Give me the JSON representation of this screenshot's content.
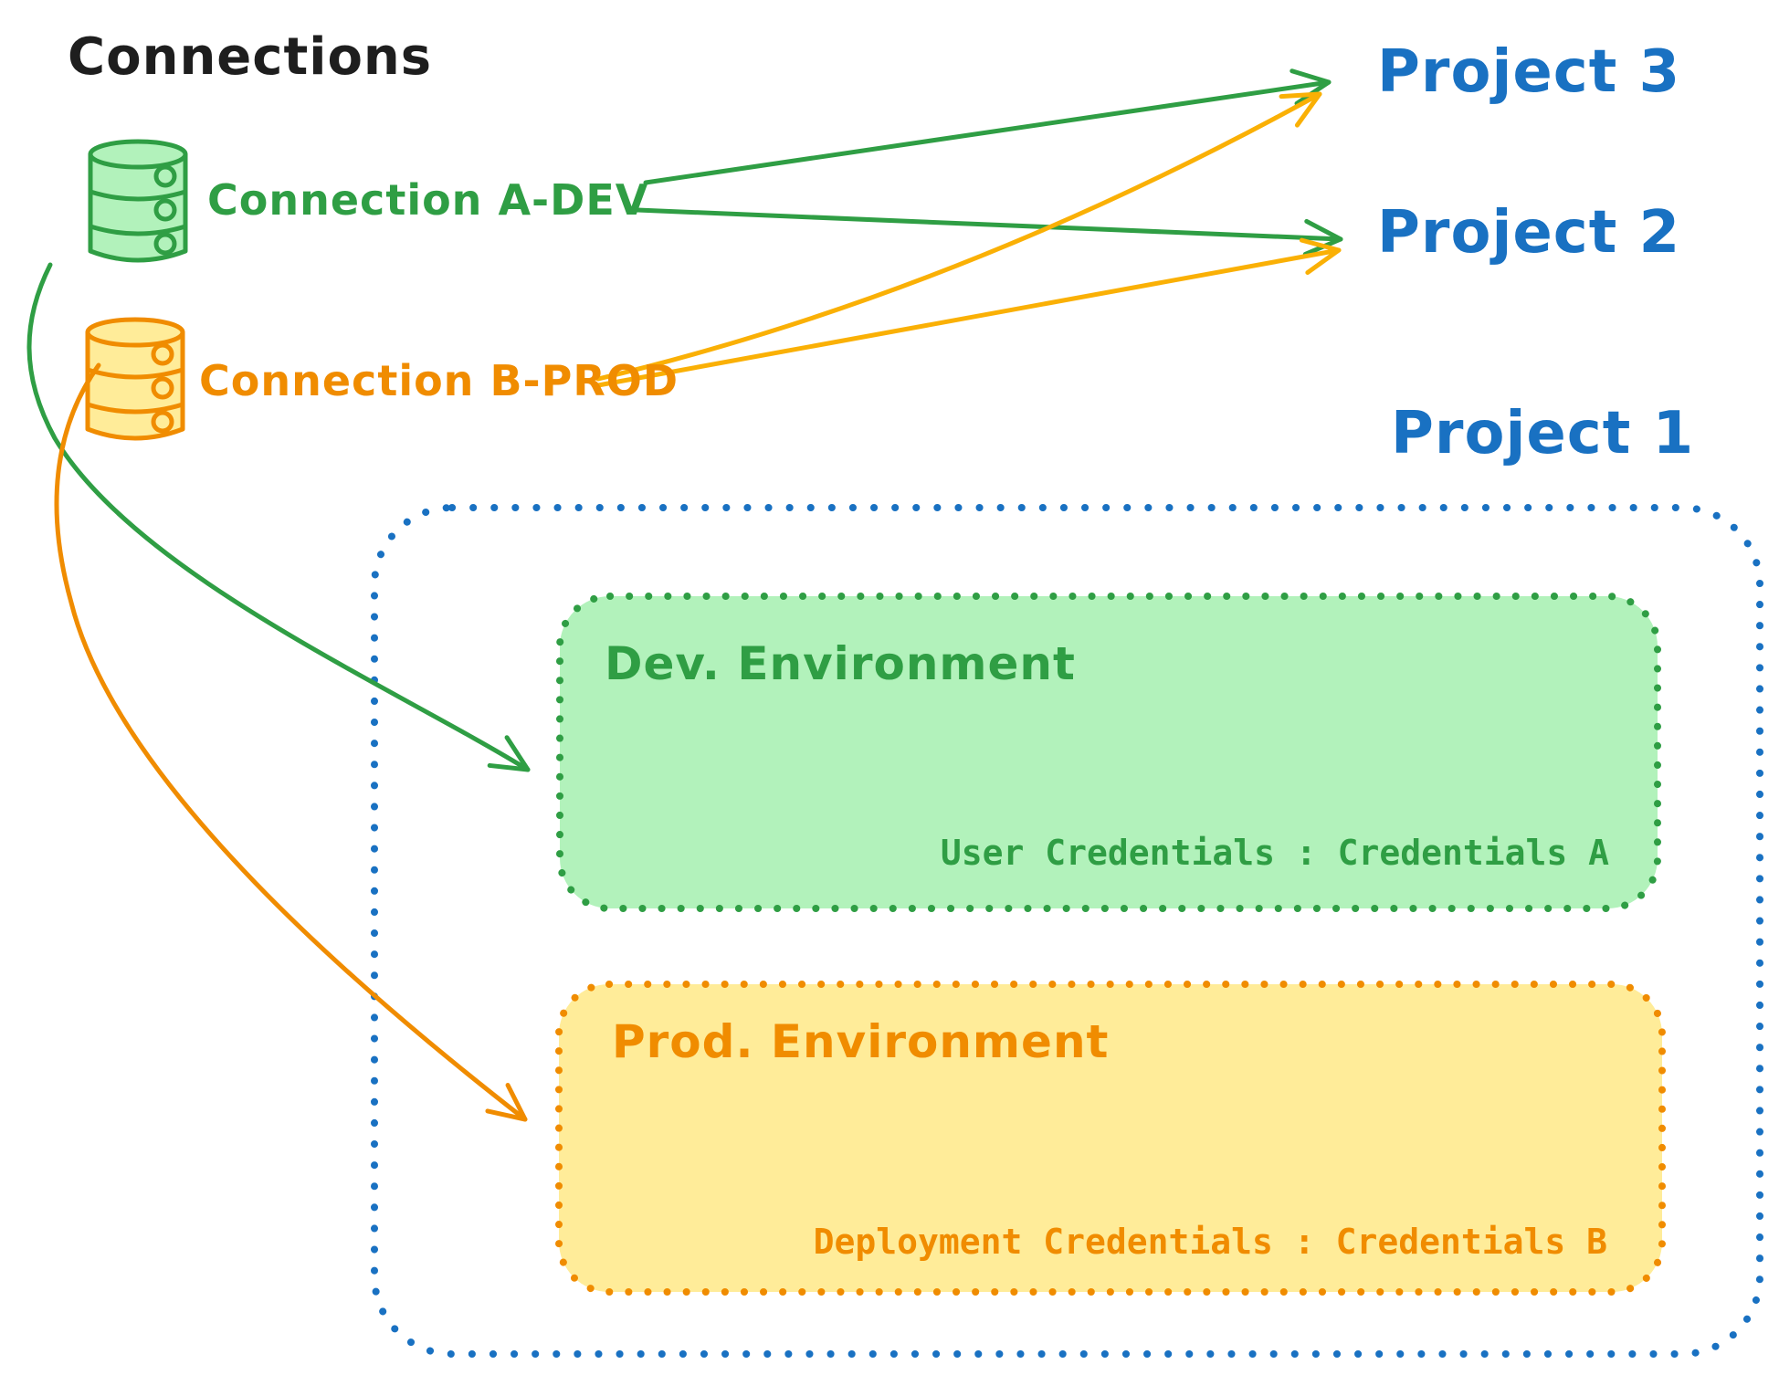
{
  "title": "Connections",
  "colors": {
    "bg": "#ffffff",
    "ink": "#1e1e1e",
    "green": "#2f9e44",
    "green_fill": "#b2f2bb",
    "orange": "#f08c00",
    "orange_fill": "#ffec99",
    "yellow": "#fab005",
    "blue": "#1971c2"
  },
  "connections": [
    {
      "label": "Connection A-DEV",
      "icon": "database-icon",
      "color": "#2f9e44"
    },
    {
      "label": "Connection B-PROD",
      "icon": "database-icon",
      "color": "#f08c00"
    }
  ],
  "projects": [
    {
      "label": "Project 3"
    },
    {
      "label": "Project 2"
    },
    {
      "label": "Project 1"
    }
  ],
  "project1": {
    "dev_box": {
      "title": "Dev. Environment",
      "credentials": "User Credentials : Credentials A"
    },
    "prod_box": {
      "title": "Prod. Environment",
      "credentials": "Deployment Credentials : Credentials B"
    }
  },
  "edges": [
    {
      "from": "Connection A-DEV",
      "to": "Project 3"
    },
    {
      "from": "Connection A-DEV",
      "to": "Project 2"
    },
    {
      "from": "Connection B-PROD",
      "to": "Project 3"
    },
    {
      "from": "Connection B-PROD",
      "to": "Project 2"
    },
    {
      "from": "Connection A-DEV",
      "to": "Dev. Environment (Project 1)"
    },
    {
      "from": "Connection B-PROD",
      "to": "Prod. Environment (Project 1)"
    }
  ]
}
